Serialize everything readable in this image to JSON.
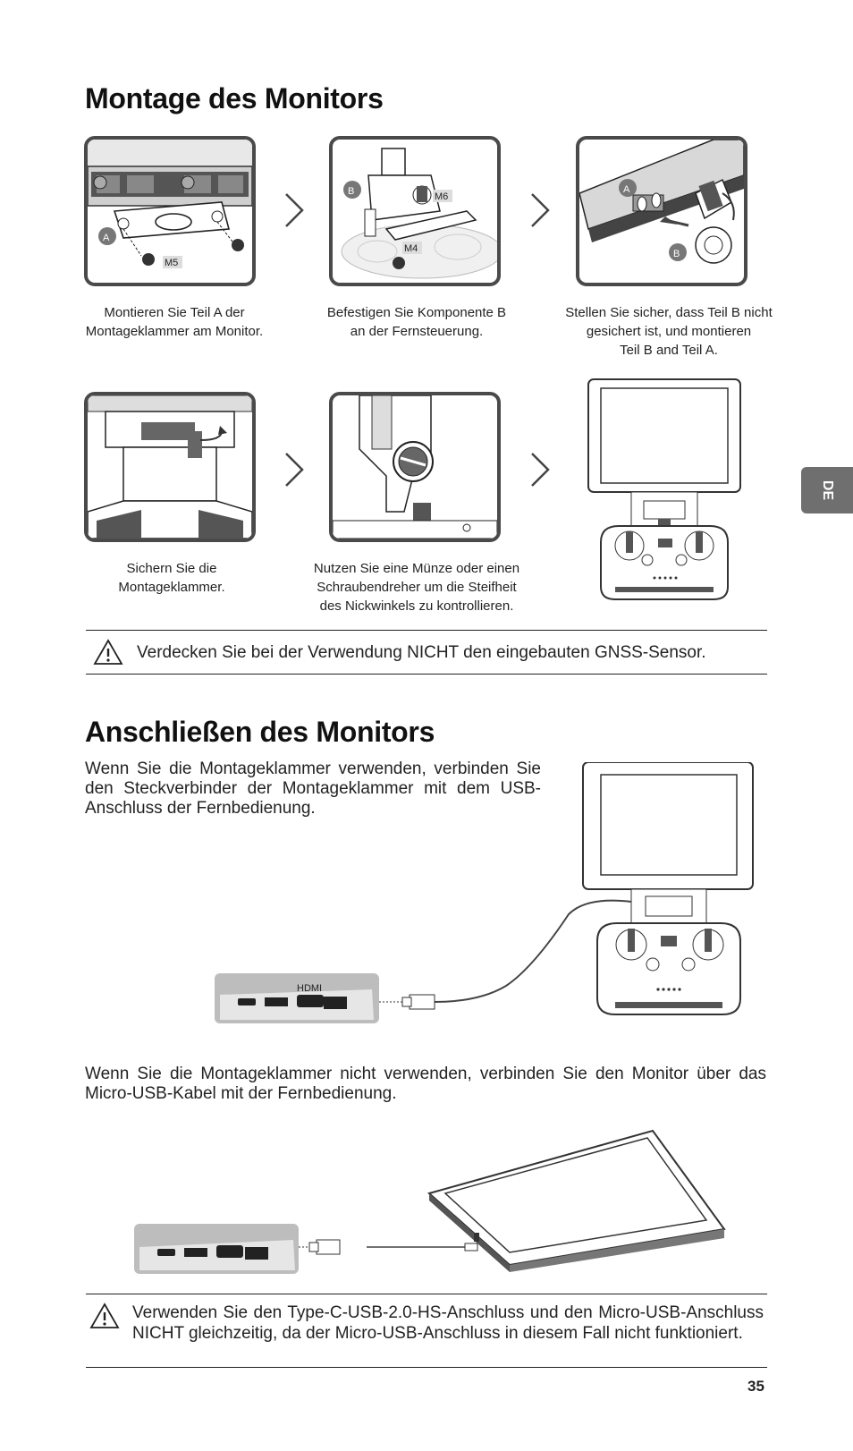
{
  "section1": {
    "title": "Montage des Monitors",
    "steps": [
      {
        "caption": "Montieren Sie Teil A der\nMontageklammer am Monitor.",
        "labels": [
          "A",
          "M5"
        ]
      },
      {
        "caption": "Befestigen Sie Komponente B\nan der Fernsteuerung.",
        "labels": [
          "B",
          "M6",
          "M4"
        ]
      },
      {
        "caption": "Stellen Sie sicher, dass Teil B nicht\ngesichert ist, und montieren\nTeil B and Teil A.",
        "labels": [
          "A",
          "B"
        ]
      },
      {
        "caption": "Sichern Sie die\nMontageklammer."
      },
      {
        "caption": "Nutzen Sie eine Münze oder einen\nSchraubendreher um die Steifheit\ndes Nickwinkels zu kontrollieren."
      }
    ],
    "warning": "Verdecken Sie bei der Verwendung NICHT den eingebauten GNSS-Sensor."
  },
  "section2": {
    "title": "Anschließen des Monitors",
    "para1": "Wenn Sie die Montageklammer verwenden, verbinden Sie den Steckverbinder der Montageklammer mit dem USB-Anschluss der Fernbedienung.",
    "para2": "Wenn Sie die Montageklammer nicht verwenden, verbinden Sie den Monitor über das Micro-USB-Kabel mit der Fernbedienung.",
    "port_label": "HDMI",
    "warning": "Verwenden Sie den Type-C-USB-2.0-HS-Anschluss und den Micro-USB-Anschluss NICHT gleichzeitig, da der Micro-USB-Anschluss in diesem Fall nicht funktioniert."
  },
  "side_tab": "DE",
  "page_number": "35"
}
